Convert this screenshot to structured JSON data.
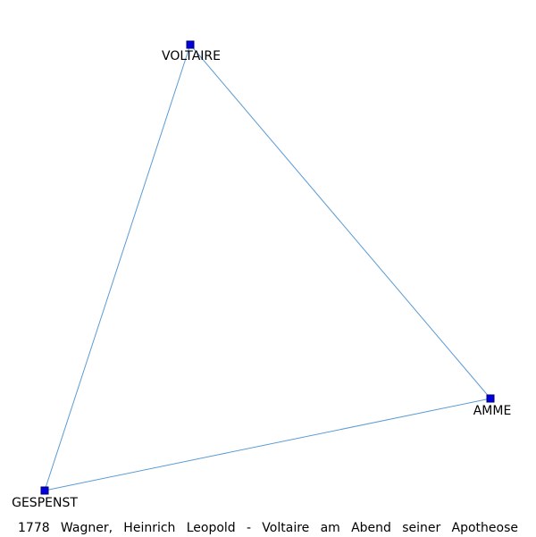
{
  "graph": {
    "nodes": [
      {
        "id": "voltaire",
        "label": "VOLTAIRE"
      },
      {
        "id": "amme",
        "label": "AMME"
      },
      {
        "id": "gespenst",
        "label": "GESPENST"
      }
    ],
    "edges": [
      {
        "source": "voltaire",
        "target": "amme"
      },
      {
        "source": "voltaire",
        "target": "gespenst"
      },
      {
        "source": "amme",
        "target": "gespenst"
      }
    ],
    "colors": {
      "edge": "#5b9bd5",
      "node_fill": "#0000dd",
      "label_text": "#000000"
    }
  },
  "caption": "1778 Wagner, Heinrich Leopold - Voltaire am Abend seiner Apotheose"
}
